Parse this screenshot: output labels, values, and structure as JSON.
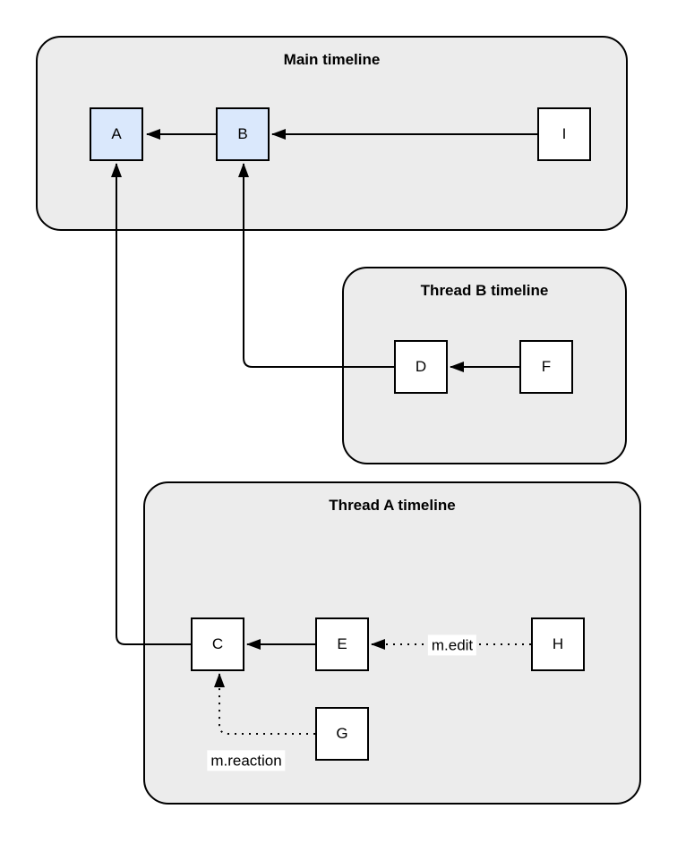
{
  "diagram": {
    "containers": {
      "main": {
        "title": "Main timeline"
      },
      "thread_b": {
        "title": "Thread B timeline"
      },
      "thread_a": {
        "title": "Thread A timeline"
      }
    },
    "nodes": {
      "A": {
        "label": "A",
        "highlighted": true,
        "container": "Main timeline"
      },
      "B": {
        "label": "B",
        "highlighted": true,
        "container": "Main timeline"
      },
      "I": {
        "label": "I",
        "highlighted": false,
        "container": "Main timeline"
      },
      "D": {
        "label": "D",
        "highlighted": false,
        "container": "Thread B timeline"
      },
      "F": {
        "label": "F",
        "highlighted": false,
        "container": "Thread B timeline"
      },
      "C": {
        "label": "C",
        "highlighted": false,
        "container": "Thread A timeline"
      },
      "E": {
        "label": "E",
        "highlighted": false,
        "container": "Thread A timeline"
      },
      "H": {
        "label": "H",
        "highlighted": false,
        "container": "Thread A timeline"
      },
      "G": {
        "label": "G",
        "highlighted": false,
        "container": "Thread A timeline"
      }
    },
    "edges": [
      {
        "from": "B",
        "to": "A",
        "style": "solid",
        "label": ""
      },
      {
        "from": "I",
        "to": "B",
        "style": "solid",
        "label": ""
      },
      {
        "from": "F",
        "to": "D",
        "style": "solid",
        "label": ""
      },
      {
        "from": "D",
        "to": "B",
        "style": "solid",
        "label": ""
      },
      {
        "from": "E",
        "to": "C",
        "style": "solid",
        "label": ""
      },
      {
        "from": "H",
        "to": "E",
        "style": "dotted",
        "label": "m.edit"
      },
      {
        "from": "C",
        "to": "A",
        "style": "solid",
        "label": ""
      },
      {
        "from": "G",
        "to": "C",
        "style": "dotted",
        "label": "m.reaction"
      }
    ],
    "colors": {
      "background": "#ffffff",
      "container_fill": "#ececec",
      "container_stroke": "#000000",
      "node_fill": "#ffffff",
      "node_highlight_fill": "#dae8fc",
      "node_stroke": "#000000",
      "edge_color": "#000000",
      "text_color": "#000000"
    }
  }
}
